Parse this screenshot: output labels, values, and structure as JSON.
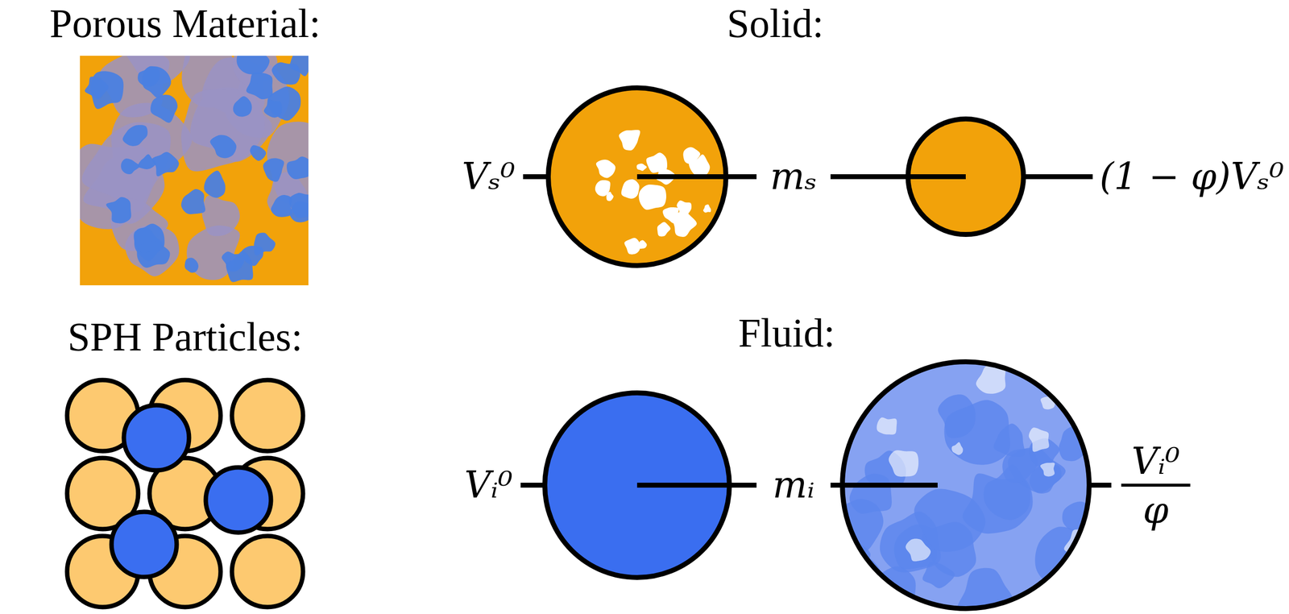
{
  "diagram": {
    "labels": [
      "Porous Material:",
      "Solid:",
      "Vₛ⁰",
      "mₛ",
      "(1 − φ)Vₛ⁰",
      "SPH Particles:",
      "Fluid:",
      "Vᵢ⁰",
      "mᵢ",
      "Vᵢ⁰",
      "φ"
    ]
  }
}
